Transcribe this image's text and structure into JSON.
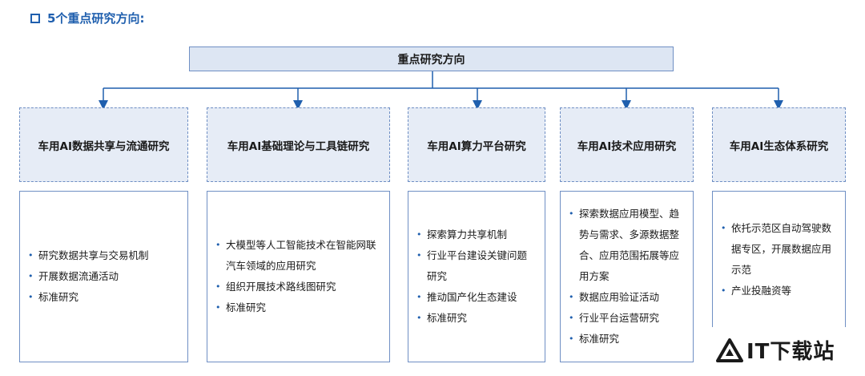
{
  "heading": "5个重点研究方向:",
  "root": "重点研究方向",
  "topics": [
    "车用AI数据共享与流通研究",
    "车用AI基础理论与工具链研究",
    "车用AI算力平台研究",
    "车用AI技术应用研究",
    "车用AI生态体系研究"
  ],
  "details": [
    [
      "研究数据共享与交易机制",
      "开展数据流通活动",
      "标准研究"
    ],
    [
      "大模型等人工智能技术在智能网联汽车领域的应用研究",
      "组织开展技术路线图研究",
      "标准研究"
    ],
    [
      "探索算力共享机制",
      "行业平台建设关键问题研究",
      "推动国产化生态建设",
      "标准研究"
    ],
    [
      "探索数据应用模型、趋势与需求、多源数据整合、应用范围拓展等应用方案",
      "数据应用验证活动",
      "行业平台运营研究",
      "标准研究"
    ],
    [
      "依托示范区自动驾驶数据专区，开展数据应用示范",
      "产业投融资等"
    ]
  ],
  "watermark": "IT下载站",
  "colors": {
    "accent": "#1f5fae",
    "box_fill": "#e6ecf6",
    "border": "#6f8fc4"
  }
}
